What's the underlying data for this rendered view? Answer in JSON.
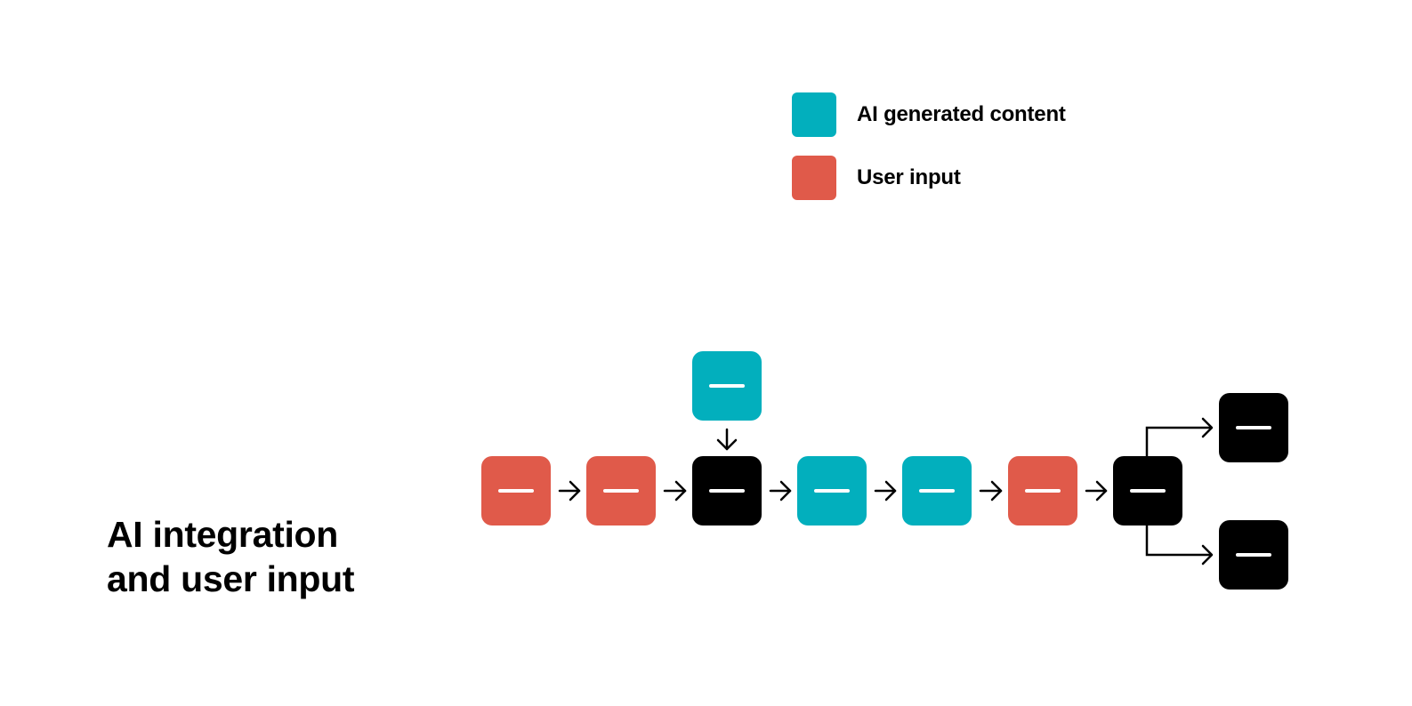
{
  "colors": {
    "ai": "#02afbd",
    "user": "#e05a4a",
    "neutral": "#000000",
    "glyph": "#ffffff",
    "arrow": "#000000"
  },
  "legend": {
    "items": [
      {
        "label": "AI generated content",
        "kind": "ai"
      },
      {
        "label": "User input",
        "kind": "user"
      }
    ]
  },
  "title": {
    "line1": "AI integration",
    "line2": "and user input"
  },
  "flow": {
    "main_sequence": [
      "user",
      "user",
      "neutral",
      "ai",
      "ai",
      "user",
      "neutral"
    ],
    "injected": {
      "kind": "ai",
      "into_step": 3
    },
    "branches": {
      "from_step": 7,
      "kinds": [
        "neutral",
        "neutral"
      ]
    }
  }
}
